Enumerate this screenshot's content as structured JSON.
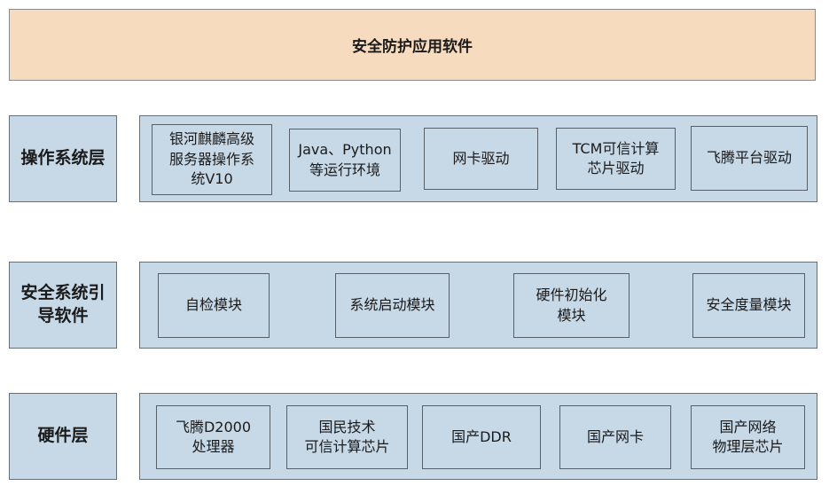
{
  "banner": {
    "label": "安全防护应用软件"
  },
  "layers": [
    {
      "label": "操作系统层",
      "boxes": [
        "银河麒麟高级\n服务器操作系\n统V10",
        "Java、Python\n等运行环境",
        "网卡驱动",
        "TCM可信计算\n芯片驱动",
        "飞腾平台驱动"
      ]
    },
    {
      "label": "安全系统引\n导软件",
      "boxes": [
        "自检模块",
        "系统启动模块",
        "硬件初始化\n模块",
        "安全度量模块"
      ]
    },
    {
      "label": "硬件层",
      "boxes": [
        "飞腾D2000\n处理器",
        "国民技术\n可信计算芯片",
        "国产DDR",
        "国产网卡",
        "国产网络\n物理层芯片"
      ]
    }
  ],
  "colors": {
    "banner_fill": "#f7dbbe",
    "layer_fill": "#c7d8e7",
    "outer_border": "#62707d",
    "inner_border": "#55606b",
    "text": "#1a1a1a",
    "background": "#ffffff"
  }
}
